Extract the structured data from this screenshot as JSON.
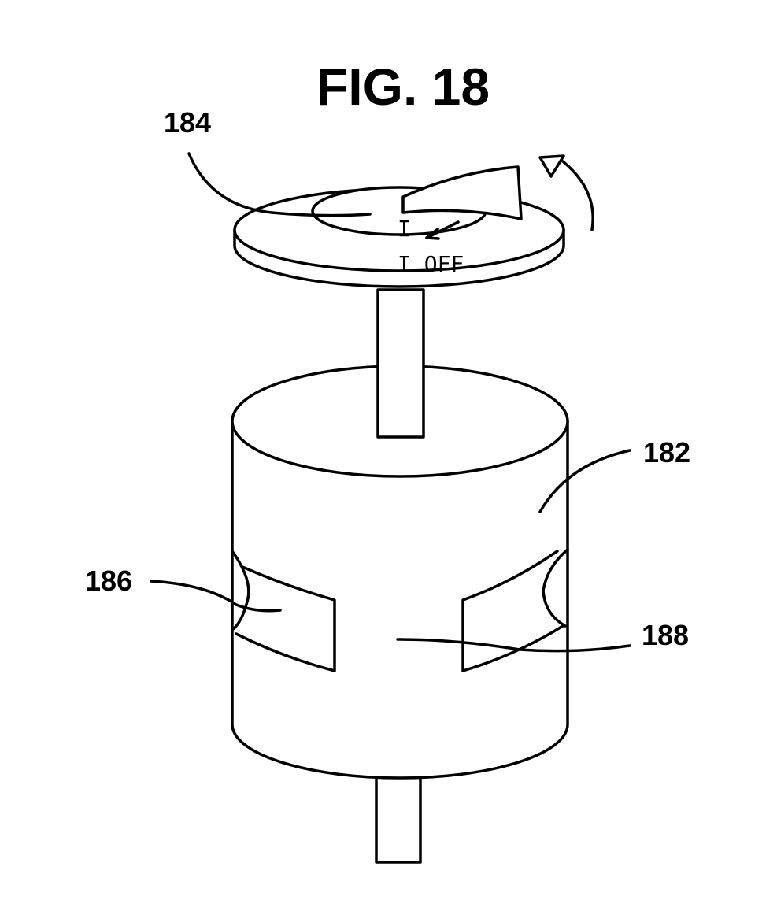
{
  "figure": {
    "title": "FIG. 18"
  },
  "labels": {
    "knob": "184",
    "body": "182",
    "left_window": "186",
    "center": "188"
  },
  "dial": {
    "mark_on": "I",
    "mark_off": "I OFF"
  }
}
